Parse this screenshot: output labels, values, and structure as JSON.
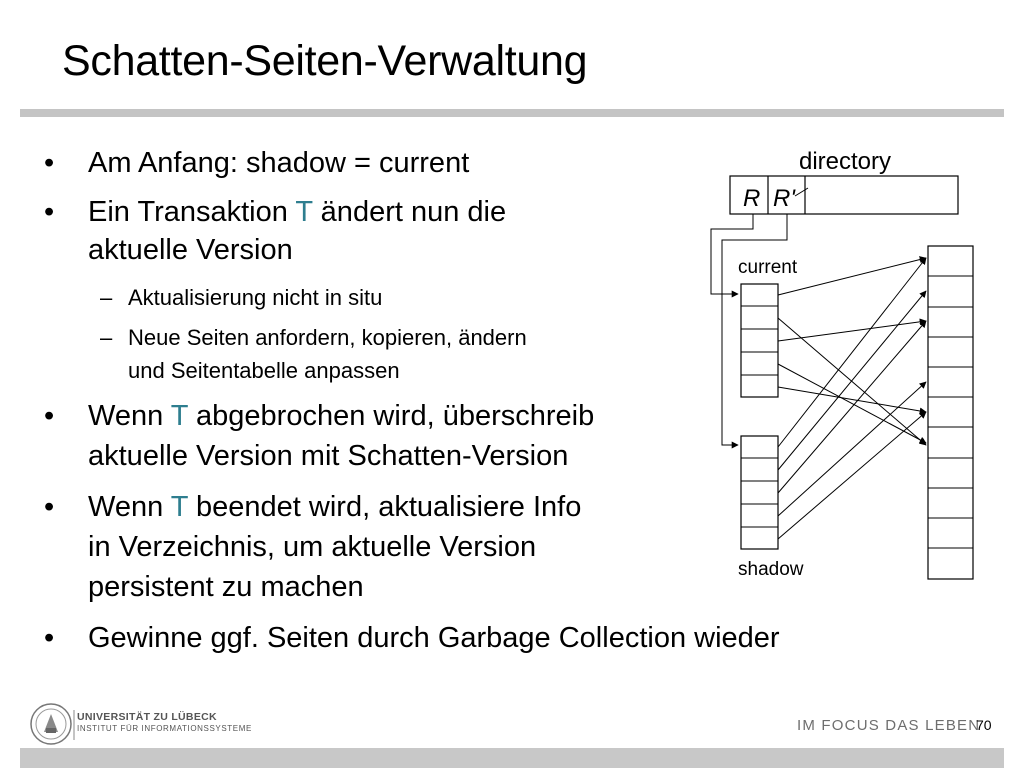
{
  "slide": {
    "title": "Schatten-Seiten-Verwaltung",
    "bullets": [
      {
        "lines": [
          "Am Anfang: shadow = current"
        ]
      },
      {
        "lines": [
          [
            "Ein Transaktion ",
            "T",
            " ändert nun die"
          ],
          "aktuelle Version"
        ]
      },
      {
        "lines": [
          [
            "Wenn ",
            "T",
            " abgebrochen wird,  überschreib"
          ],
          "aktuelle Version mit Schatten-Version"
        ]
      },
      {
        "lines": [
          [
            "Wenn ",
            "T",
            " beendet wird, aktualisiere Info"
          ],
          "in Verzeichnis, um aktuelle Version",
          "persistent zu machen"
        ]
      },
      {
        "lines": [
          "Gewinne ggf. Seiten durch Garbage Collection wieder"
        ]
      }
    ],
    "sub_bullets": [
      {
        "lines": [
          "Aktualisierung nicht in situ"
        ]
      },
      {
        "lines": [
          "Neue Seiten anfordern, kopieren, ändern",
          "und Seitentabelle anpassen"
        ]
      }
    ],
    "bullet_symbol": "•",
    "dash_symbol": "–",
    "highlight_color": "#2e7e8f"
  },
  "diagram": {
    "directory_label": "directory",
    "r_label": "R",
    "r_prime_label": "R'",
    "current_label": "current",
    "shadow_label": "shadow"
  },
  "footer": {
    "university": "UNIVERSITÄT ZU LÜBECK",
    "institute": "INSTITUT FÜR INFORMATIONSSYSTEME",
    "motto": "IM FOCUS DAS LEBEN",
    "page_number": "70"
  }
}
